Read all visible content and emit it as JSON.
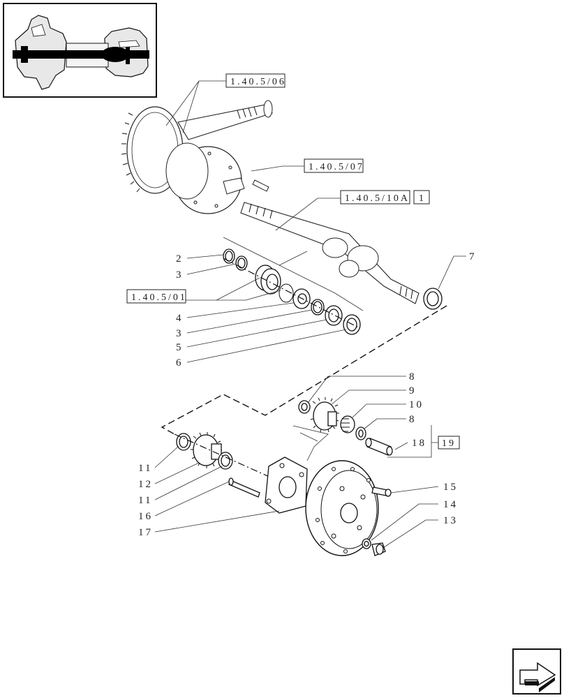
{
  "references": {
    "ref_1": "1.40.5/06",
    "ref_2": "1.40.5/07",
    "ref_3": "1.40.5/10A",
    "ref_3_suffix": "1",
    "ref_4": "1.40.5/01",
    "ref_5": "19"
  },
  "labels": {
    "l2": "2",
    "l3a": "3",
    "l4": "4",
    "l3b": "3",
    "l5": "5",
    "l6": "6",
    "l7": "7",
    "l8a": "8",
    "l9": "9",
    "l10": "10",
    "l8b": "8",
    "l18": "18",
    "l11a": "11",
    "l12": "12",
    "l11b": "11",
    "l16": "16",
    "l17": "17",
    "l15": "15",
    "l14": "14",
    "l13": "13"
  },
  "icons": {
    "thumbnail": "axle-overview-thumbnail",
    "nav": "next-page-arrow-icon"
  }
}
